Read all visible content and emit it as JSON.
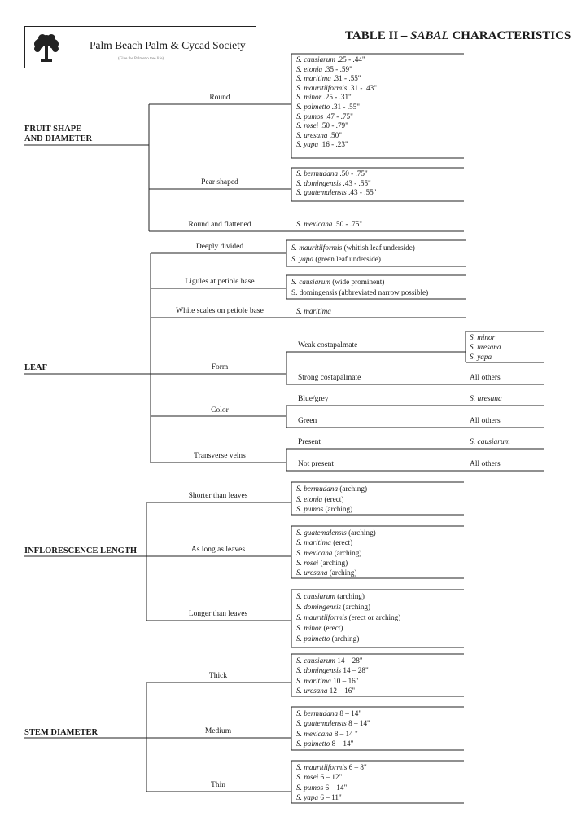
{
  "header": {
    "society_name": "Palm Beach Palm & Cycad Society",
    "society_tagline": "(Give the Palmetto tree life)",
    "title_prefix": "TABLE II – ",
    "title_genus": "SABAL",
    "title_suffix": " CHARACTERISTICS"
  },
  "sections": {
    "fruit_line1": "FRUIT SHAPE",
    "fruit_line2": "AND DIAMETER",
    "leaf": "LEAF",
    "inflorescence": "INFLORESCENCE LENGTH",
    "stem": "STEM DIAMETER"
  },
  "branches": {
    "round": "Round",
    "pear": "Pear shaped",
    "round_flat": "Round and flattened",
    "deeply_divided": "Deeply divided",
    "ligules": "Ligules at petiole base",
    "white_scales": "White scales on petiole base",
    "form": "Form",
    "color": "Color",
    "transverse": "Transverse veins",
    "shorter": "Shorter than leaves",
    "as_long": "As long as leaves",
    "longer": "Longer than leaves",
    "thick": "Thick",
    "medium": "Medium",
    "thin": "Thin"
  },
  "subbranches": {
    "weak": "Weak costapalmate",
    "strong": "Strong costapalmate",
    "blue": "Blue/grey",
    "green": "Green",
    "present": "Present",
    "not_present": "Not present"
  },
  "round_species": [
    {
      "name": "S. causiarum",
      "detail": " .25 - .44\""
    },
    {
      "name": "S. etonia",
      "detail": " .35 - .59\""
    },
    {
      "name": "S. maritima",
      "detail": " .31 - .55\""
    },
    {
      "name": "S. mauritiiformis",
      "detail": " .31 - .43\""
    },
    {
      "name": "S. minor",
      "detail": " .25 - .31\""
    },
    {
      "name": "S. palmetto",
      "detail": " .31 - .55\""
    },
    {
      "name": "S. pumos",
      "detail": " .47 - .75\""
    },
    {
      "name": "S. rosei",
      "detail": " .50 - .79\""
    },
    {
      "name": "S. uresana",
      "detail": " .50\""
    },
    {
      "name": "S. yapa",
      "detail": " .16 - .23\""
    }
  ],
  "pear_species": [
    {
      "name": "S. bermudana",
      "detail": " .50 - .75\""
    },
    {
      "name": "S. domingensis",
      "detail": " .43 - .55\""
    },
    {
      "name": "S. guatemalensis",
      "detail": " .43 - .55\""
    }
  ],
  "flat_species": [
    {
      "name": "S. mexicana",
      "detail": " .50 - .75\""
    }
  ],
  "deeply_species": [
    {
      "name": "S. mauritiiformis",
      "detail": " (whitish leaf underside)"
    },
    {
      "name": "S. yapa",
      "detail": " (green leaf underside)"
    }
  ],
  "ligule_species": [
    {
      "name": "S. causiarum",
      "detail": " (wide prominent)"
    },
    {
      "name": "",
      "detail": "S. domingensis (abbreviated narrow possible)"
    }
  ],
  "scales_species": [
    {
      "name": "S. maritima",
      "detail": ""
    }
  ],
  "weak_species": [
    {
      "name": "S. minor",
      "detail": ""
    },
    {
      "name": "S. uresana",
      "detail": ""
    },
    {
      "name": "S. yapa",
      "detail": ""
    }
  ],
  "all_others": "All others",
  "blue_species": "S. uresana",
  "green_text": "All others",
  "present_species": "S. causiarum",
  "not_present_text": "All others",
  "shorter_species": [
    {
      "name": "S. bermudana",
      "detail": " (arching)"
    },
    {
      "name": "S. etonia",
      "detail": " (erect)"
    },
    {
      "name": "S. pumos",
      "detail": " (arching)"
    }
  ],
  "aslong_species": [
    {
      "name": "S. guatemalensis",
      "detail": " (arching)"
    },
    {
      "name": "S. maritima",
      "detail": " (erect)"
    },
    {
      "name": "S. mexicana",
      "detail": " (arching)"
    },
    {
      "name": "S. rosei",
      "detail": " (arching)"
    },
    {
      "name": "S. uresana",
      "detail": " (arching)"
    }
  ],
  "longer_species": [
    {
      "name": "S. causiarum",
      "detail": " (arching)"
    },
    {
      "name": "S. domingensis",
      "detail": " (arching)"
    },
    {
      "name": "S. mauritiiformis",
      "detail": " (erect or arching)"
    },
    {
      "name": "S. minor",
      "detail": " (erect)"
    },
    {
      "name": "S. palmetto",
      "detail": " (arching)"
    }
  ],
  "thick_species": [
    {
      "name": "S. causiarum",
      "detail": " 14 – 28\""
    },
    {
      "name": "S. domingensis",
      "detail": " 14 – 28\""
    },
    {
      "name": "S. maritima",
      "detail": " 10 – 16\""
    },
    {
      "name": "S. uresana",
      "detail": " 12 – 16\""
    }
  ],
  "medium_species": [
    {
      "name": "S. bermudana",
      "detail": " 8 – 14\""
    },
    {
      "name": "S. guatemalensis",
      "detail": " 8 – 14\""
    },
    {
      "name": "S. mexicana",
      "detail": " 8 – 14 \""
    },
    {
      "name": "S. palmetto",
      "detail": " 8 – 14\""
    }
  ],
  "thin_species": [
    {
      "name": "S. mauritiiformis",
      "detail": " 6 – 8\""
    },
    {
      "name": "S. rosei",
      "detail": " 6 – 12\""
    },
    {
      "name": "S. pumos",
      "detail": " 6 – 14\""
    },
    {
      "name": "S. yapa",
      "detail": " 6 – 11\""
    }
  ]
}
